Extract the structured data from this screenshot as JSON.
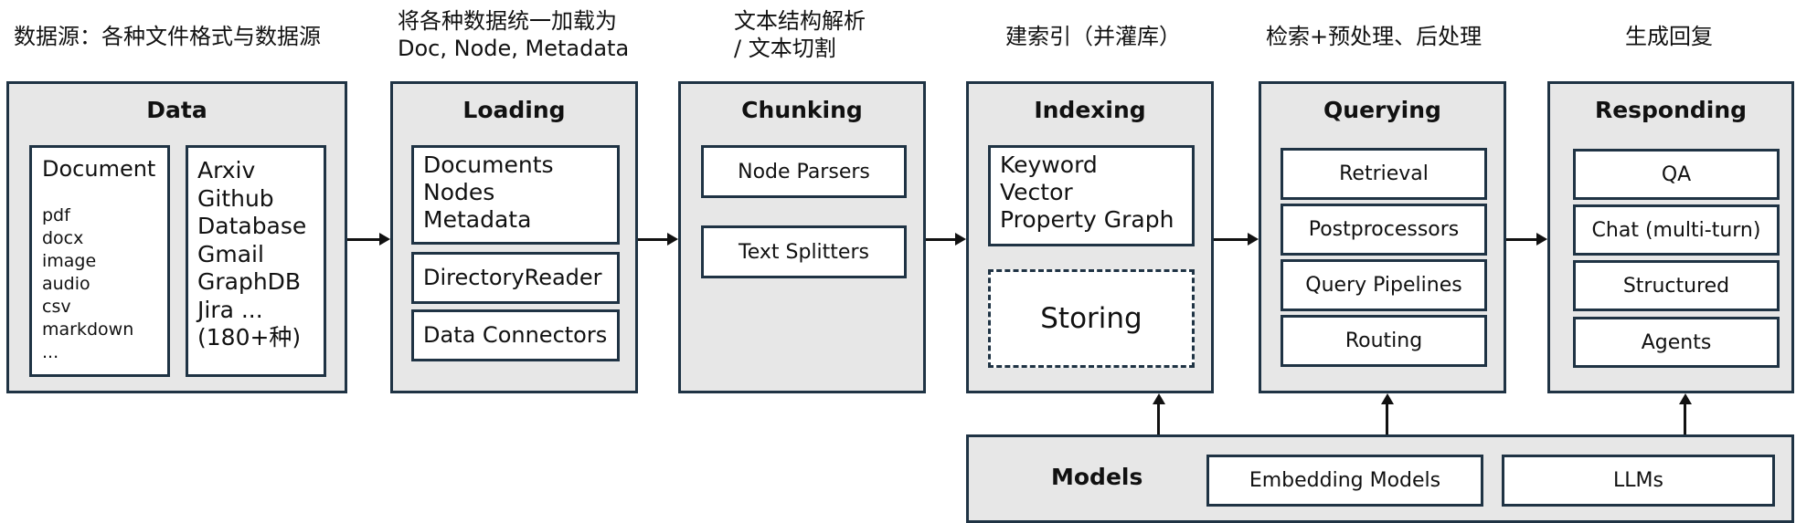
{
  "captions": {
    "data": "数据源：各种文件格式与数据源",
    "loading": "将各种数据统一加载为\nDoc, Node, Metadata",
    "chunking": "文本结构解析\n/ 文本切割",
    "indexing": "建索引（并灌库）",
    "querying": "检索+预处理、后处理",
    "responding": "生成回复"
  },
  "stages": {
    "data": {
      "title": "Data",
      "document_title": "Document",
      "document_items": [
        "pdf",
        "docx",
        "image",
        "audio",
        "csv",
        "markdown",
        "..."
      ],
      "sources": [
        "Arxiv",
        "Github",
        "Database",
        "Gmail",
        "GraphDB",
        "Jira ...",
        "(180+种)"
      ]
    },
    "loading": {
      "title": "Loading",
      "items": [
        "Documents",
        "Nodes",
        "Metadata"
      ],
      "directory_reader": "DirectoryReader",
      "data_connectors": "Data Connectors"
    },
    "chunking": {
      "title": "Chunking",
      "node_parsers": "Node Parsers",
      "text_splitters": "Text Splitters"
    },
    "indexing": {
      "title": "Indexing",
      "index_types": [
        "Keyword",
        "Vector",
        "Property Graph"
      ],
      "storing": "Storing"
    },
    "querying": {
      "title": "Querying",
      "items": [
        "Retrieval",
        "Postprocessors",
        "Query Pipelines",
        "Routing"
      ]
    },
    "responding": {
      "title": "Responding",
      "items": [
        "QA",
        "Chat (multi-turn)",
        "Structured",
        "Agents"
      ]
    },
    "models": {
      "title": "Models",
      "embedding": "Embedding Models",
      "llms": "LLMs"
    }
  }
}
